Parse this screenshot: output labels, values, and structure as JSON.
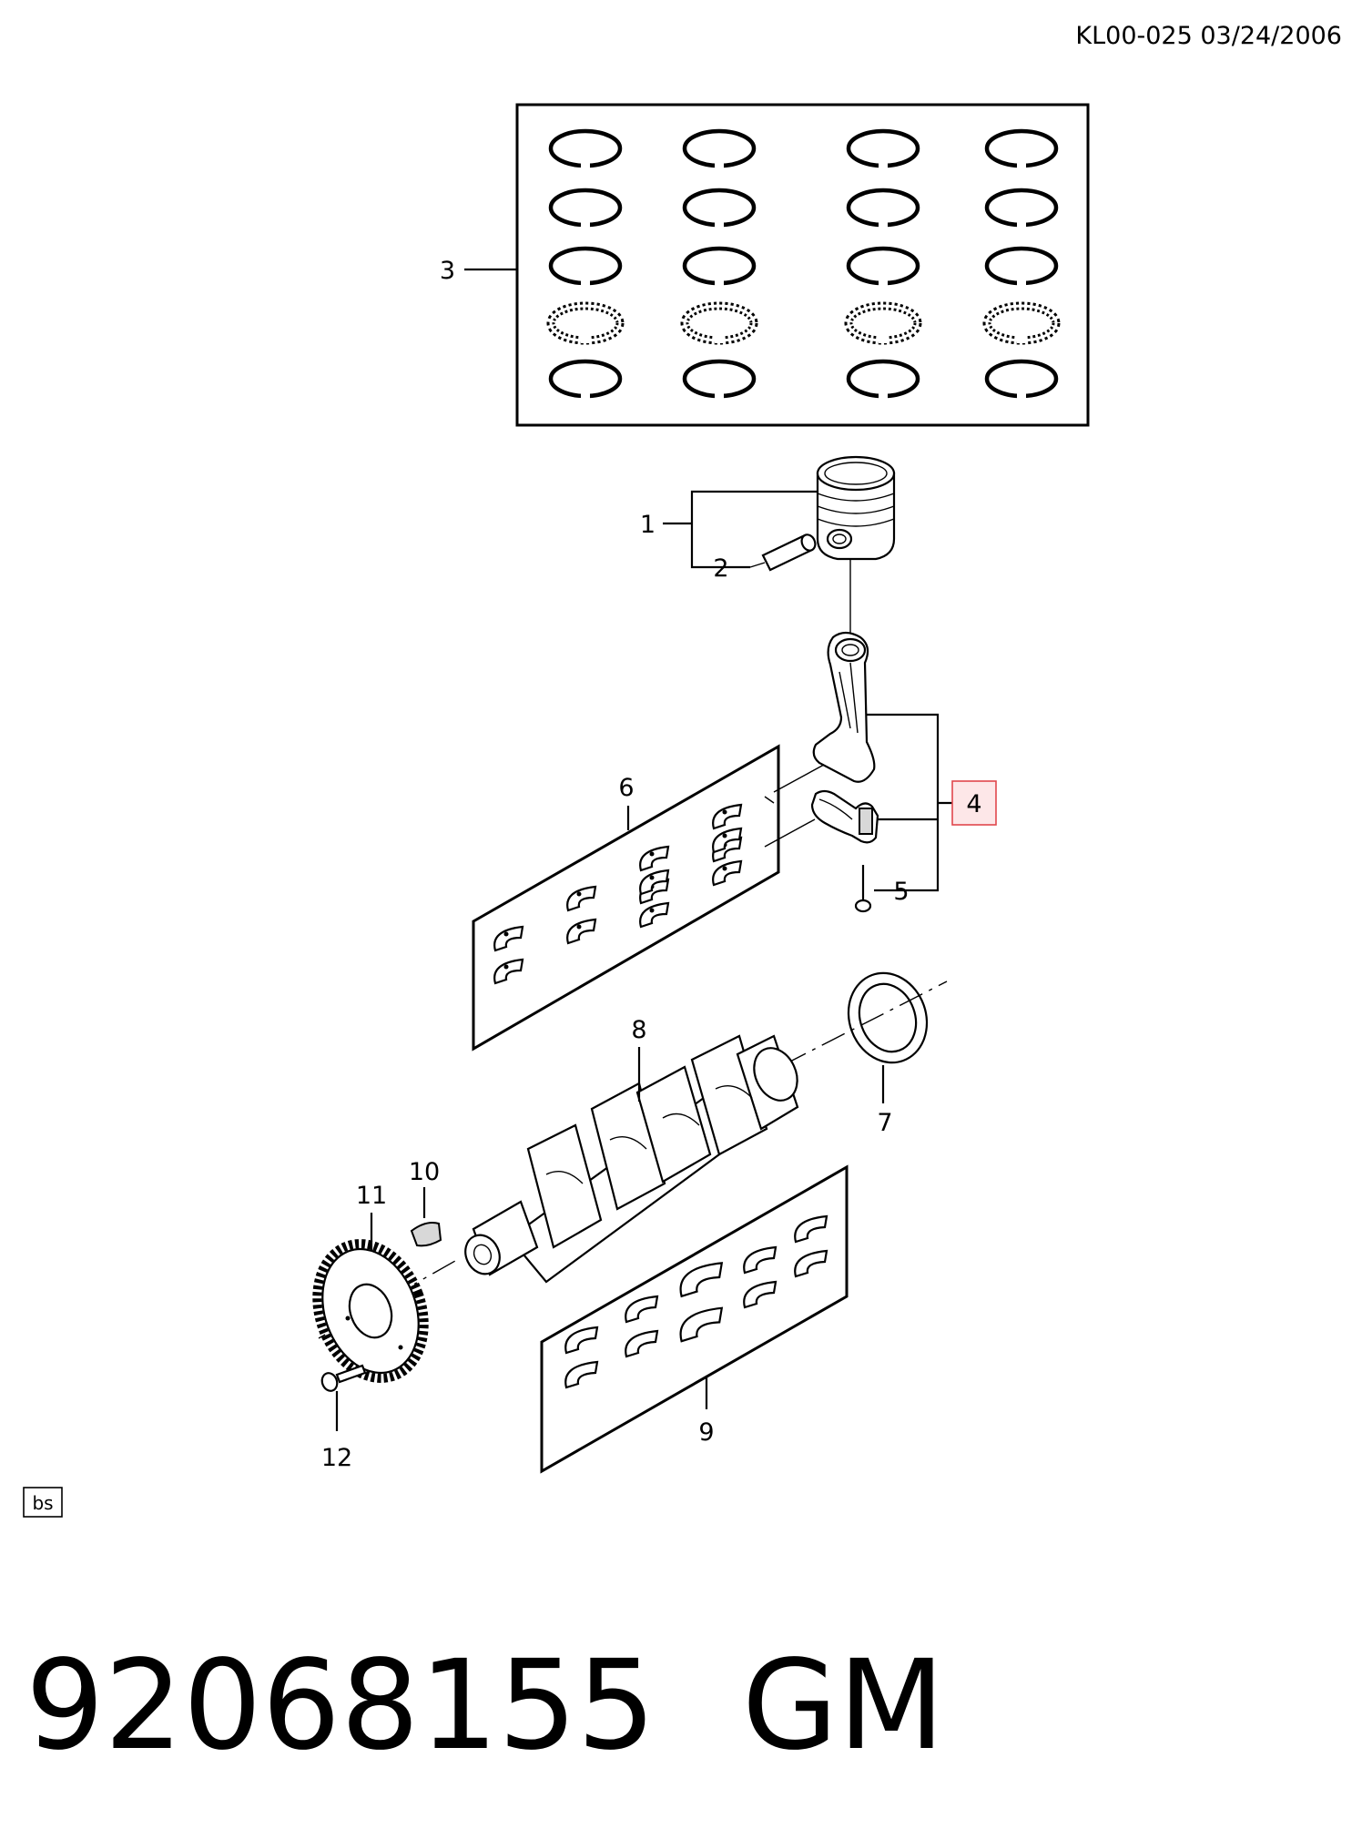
{
  "doc": {
    "id_date": "KL00-025 03/24/2006",
    "corner_tag": "bs",
    "part_number": "92068155",
    "brand": "GM"
  },
  "callouts": [
    "1",
    "2",
    "3",
    "4",
    "5",
    "6",
    "7",
    "8",
    "9",
    "10",
    "11",
    "12"
  ],
  "highlighted_callout": "4",
  "colors": {
    "highlight_fill": "#fde7e8",
    "highlight_stroke": "#e0474c",
    "line": "#000000"
  },
  "parts": [
    {
      "callout": "1",
      "icon": "piston-icon"
    },
    {
      "callout": "2",
      "icon": "piston-pin-icon"
    },
    {
      "callout": "3",
      "icon": "piston-ring-set-icon"
    },
    {
      "callout": "4",
      "icon": "connecting-rod-icon"
    },
    {
      "callout": "5",
      "icon": "rod-bolt-icon"
    },
    {
      "callout": "6",
      "icon": "rod-bearing-set-icon"
    },
    {
      "callout": "7",
      "icon": "rear-oil-seal-icon"
    },
    {
      "callout": "8",
      "icon": "crankshaft-icon"
    },
    {
      "callout": "9",
      "icon": "main-bearing-set-icon"
    },
    {
      "callout": "10",
      "icon": "woodruff-key-icon"
    },
    {
      "callout": "11",
      "icon": "crank-gear-icon"
    },
    {
      "callout": "12",
      "icon": "gear-bolt-icon"
    }
  ]
}
